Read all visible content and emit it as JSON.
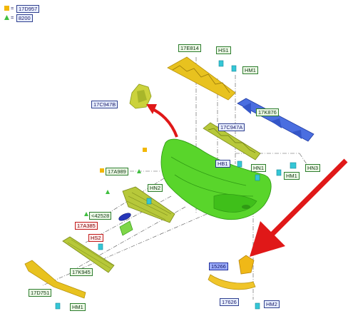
{
  "legend": [
    {
      "symbol": "square",
      "color": "#f2b705",
      "eq": "=",
      "code": "17D957"
    },
    {
      "symbol": "triangle",
      "color": "#3fbf3f",
      "eq": "=",
      "code": "8200"
    }
  ],
  "labels": {
    "l_17E814": "17E814",
    "l_HS1": "HS1",
    "l_HM1_top": "HM1",
    "l_17C947B": "17C947B",
    "l_17K876": "17K876",
    "l_17C947A": "17C947A",
    "l_HB1": "HB1",
    "l_HN1": "HN1",
    "l_HM1_right": "HM1",
    "l_HN3": "HN3",
    "l_17A989": "17A989",
    "l_HN2": "HN2",
    "l_42528": "<42528",
    "l_17A385": "17A385",
    "l_HS2": "HS2",
    "l_17K945": "17K945",
    "l_17D751": "17D751",
    "l_HM1_bottom": "HM1",
    "l_15266": "15266",
    "l_17626": "17626",
    "l_HM2": "HM2"
  },
  "colors": {
    "yellow_part": "#e8c21f",
    "yellow_dark": "#b8930e",
    "green_part": "#59d52b",
    "green_dark": "#2f9a14",
    "olive_part": "#b7c83a",
    "blue_part": "#4a6ee0",
    "cyan_clip": "#35c6d6",
    "red_arrow": "#e01818"
  }
}
